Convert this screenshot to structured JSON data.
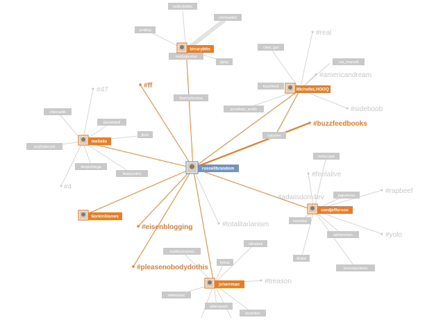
{
  "graph": {
    "hubs": {
      "russellbrandom": "russellbrandom",
      "binarybits": "binarybits",
      "michellelhooq": "MichelleLHOOQ",
      "mellelis": "mellelis",
      "sorkinnames": "SorkinNames",
      "cordjefferson": "cordjefferson",
      "jeherrman": "jeherrman"
    },
    "users": {
      "radleybalko": "radleybalko",
      "michaelbd": "michaelbd",
      "smithsj": "smithsj",
      "mattyglesius": "mattyglesius",
      "aylay": "aylay",
      "thamartorana": "thamartorana",
      "clew_gal": "clew_gal",
      "cat_marnell": "cat_marnell",
      "buzzfeed": "buzzfeed",
      "jonathan_smith": "jonathan_smith",
      "nylyrent": "nylyrent",
      "chloraatik": "chloraatik",
      "davidsbell": "davidsbell",
      "jfruh": "jfruh",
      "seythatscool": "seythatscool",
      "deepomega": "deepomega",
      "lkamcintire": "lkamcintire",
      "nekocase": "nekocase",
      "jaguarusa": "jaguarusa",
      "nomdea": "nomdea",
      "adrianchen": "adrianchen",
      "drake": "drake",
      "boonepickens": "boonepickens",
      "mattbuchanan": "mattbuchanan",
      "alinabek": "alinabek",
      "tomar": "tomar",
      "mikeisaac": "mikeisaac",
      "adampash": "adampash",
      "dcseifert": "dcseifert"
    },
    "hashtags": {
      "ff": "#ff",
      "buzzfeedbooks": "#buzzfeedbooks",
      "eisenblogging": "#eisenblogging",
      "pleasenobodydothis": "#pleasenobodydothis",
      "real": "#real",
      "americandream": "#americandream",
      "sideboob": "#sideboob",
      "h47": "#47",
      "h4": "#4",
      "feelalive": "#feelalive",
      "rapbeef": "#rapbeef",
      "yolo": "#yolo",
      "totalitarianism": "#totalitarianism",
      "treason": "#treason",
      "adwisdom": "#adwisdom4ev"
    },
    "colors": {
      "hub_orange": "#f07a20",
      "hub_blue": "#6e93c4",
      "edge_orange": "#f08a3a",
      "edge_gray": "#d6d6d6",
      "label_gray": "#c9c9c9",
      "tag_gray": "#c8c8c8"
    }
  }
}
